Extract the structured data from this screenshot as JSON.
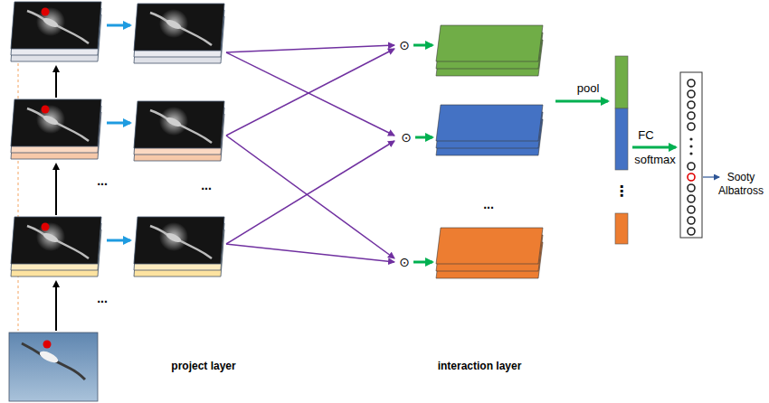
{
  "diagram": {
    "labels": [
      "⊙",
      "pool",
      "FC",
      "⊙",
      "softmax",
      "Sooty Albatross",
      "...",
      "...",
      "⋮",
      "...",
      "⊙",
      "...",
      "project layer",
      "interaction layer"
    ]
  }
}
